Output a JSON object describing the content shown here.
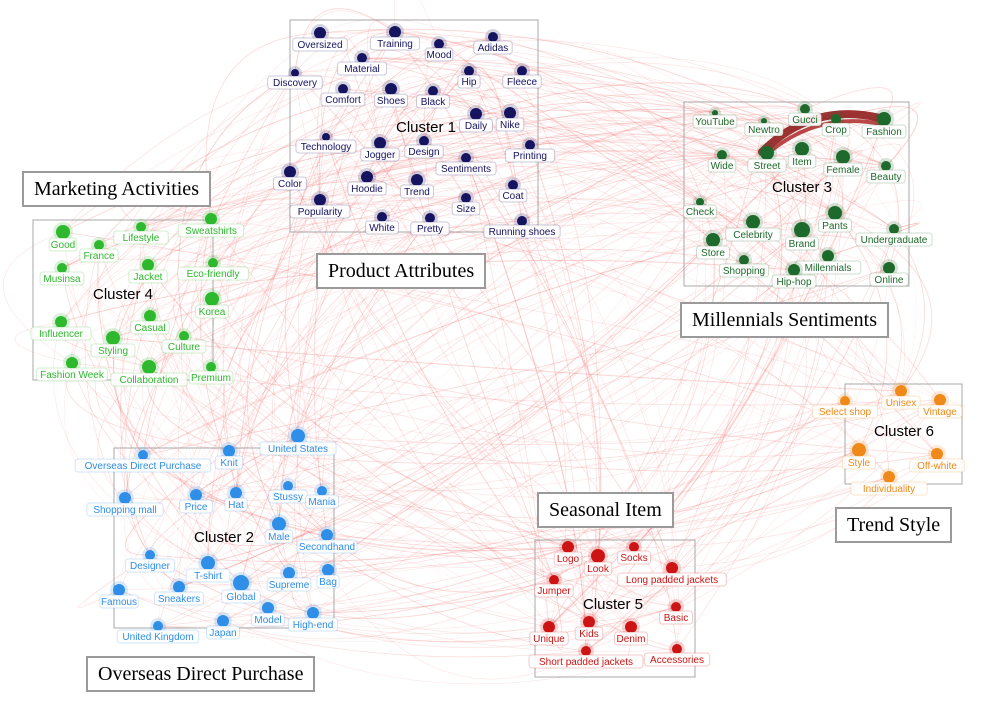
{
  "colors": {
    "edges": "#f06b6b",
    "box": "#9a9a9a"
  },
  "themes": [
    {
      "id": "marketing",
      "label": "Marketing Activities"
    },
    {
      "id": "product",
      "label": "Product Attributes"
    },
    {
      "id": "millennials",
      "label": "Millennials  Sentiments"
    },
    {
      "id": "trend",
      "label": "Trend Style"
    },
    {
      "id": "seasonal",
      "label": "Seasonal Item"
    },
    {
      "id": "overseas",
      "label": "Overseas Direct Purchase"
    }
  ],
  "clusters": [
    {
      "id": "c1",
      "label": "Cluster 1",
      "color": "#141460",
      "nodes": [
        {
          "label": "Oversized",
          "size": 6
        },
        {
          "label": "Training",
          "size": 6
        },
        {
          "label": "Mood",
          "size": 5
        },
        {
          "label": "Adidas",
          "size": 5
        },
        {
          "label": "Material",
          "size": 5
        },
        {
          "label": "Hip",
          "size": 5
        },
        {
          "label": "Fleece",
          "size": 5
        },
        {
          "label": "Discovery",
          "size": 4
        },
        {
          "label": "Comfort",
          "size": 5
        },
        {
          "label": "Shoes",
          "size": 6
        },
        {
          "label": "Black",
          "size": 5
        },
        {
          "label": "Daily",
          "size": 6
        },
        {
          "label": "Nike",
          "size": 6
        },
        {
          "label": "Technology",
          "size": 4
        },
        {
          "label": "Jogger",
          "size": 6
        },
        {
          "label": "Design",
          "size": 5
        },
        {
          "label": "Sentiments",
          "size": 5
        },
        {
          "label": "Printing",
          "size": 5
        },
        {
          "label": "Color",
          "size": 6
        },
        {
          "label": "Hoodie",
          "size": 6
        },
        {
          "label": "Trend",
          "size": 6
        },
        {
          "label": "Coat",
          "size": 5
        },
        {
          "label": "Popularity",
          "size": 6
        },
        {
          "label": "Size",
          "size": 5
        },
        {
          "label": "White",
          "size": 5
        },
        {
          "label": "Pretty",
          "size": 5
        },
        {
          "label": "Running shoes",
          "size": 5
        }
      ]
    },
    {
      "id": "c3",
      "label": "Cluster 3",
      "color": "#1e6a2c",
      "nodes": [
        {
          "label": "YouTube",
          "size": 3
        },
        {
          "label": "Newtro",
          "size": 3
        },
        {
          "label": "Gucci",
          "size": 5
        },
        {
          "label": "Crop",
          "size": 5
        },
        {
          "label": "Fashion",
          "size": 7
        },
        {
          "label": "Wide",
          "size": 5
        },
        {
          "label": "Street",
          "size": 7
        },
        {
          "label": "Item",
          "size": 7
        },
        {
          "label": "Female",
          "size": 7
        },
        {
          "label": "Beauty",
          "size": 5
        },
        {
          "label": "Check",
          "size": 4
        },
        {
          "label": "Celebrity",
          "size": 7
        },
        {
          "label": "Brand",
          "size": 8
        },
        {
          "label": "Pants",
          "size": 7
        },
        {
          "label": "Undergraduate",
          "size": 5
        },
        {
          "label": "Store",
          "size": 7
        },
        {
          "label": "Shopping",
          "size": 5
        },
        {
          "label": "Millennials",
          "size": 6
        },
        {
          "label": "Hip-hop",
          "size": 6
        },
        {
          "label": "Online",
          "size": 6
        }
      ]
    },
    {
      "id": "c4",
      "label": "Cluster 4",
      "color": "#2eb82e",
      "nodes": [
        {
          "label": "Good",
          "size": 7
        },
        {
          "label": "Lifestyle",
          "size": 5
        },
        {
          "label": "Sweatshirts",
          "size": 6
        },
        {
          "label": "France",
          "size": 5
        },
        {
          "label": "Musinsa",
          "size": 5
        },
        {
          "label": "Jacket",
          "size": 6
        },
        {
          "label": "Eco-friendly",
          "size": 5
        },
        {
          "label": "Korea",
          "size": 7
        },
        {
          "label": "Influencer",
          "size": 6
        },
        {
          "label": "Casual",
          "size": 6
        },
        {
          "label": "Culture",
          "size": 5
        },
        {
          "label": "Styling",
          "size": 7
        },
        {
          "label": "Fashion Week",
          "size": 6
        },
        {
          "label": "Collaboration",
          "size": 7
        },
        {
          "label": "Premium",
          "size": 5
        }
      ]
    },
    {
      "id": "c6",
      "label": "Cluster 6",
      "color": "#ef8a1a",
      "nodes": [
        {
          "label": "Select shop",
          "size": 5
        },
        {
          "label": "Unisex",
          "size": 6
        },
        {
          "label": "Vintage",
          "size": 6
        },
        {
          "label": "Style",
          "size": 7
        },
        {
          "label": "Off-white",
          "size": 6
        },
        {
          "label": "Individuality",
          "size": 6
        }
      ]
    },
    {
      "id": "c2",
      "label": "Cluster 2",
      "color": "#2e8ee8",
      "nodes": [
        {
          "label": "United States",
          "size": 7
        },
        {
          "label": "Overseas Direct Purchase",
          "size": 5
        },
        {
          "label": "Knit",
          "size": 6
        },
        {
          "label": "Stussy",
          "size": 5
        },
        {
          "label": "Mania",
          "size": 5
        },
        {
          "label": "Shopping mall",
          "size": 6
        },
        {
          "label": "Price",
          "size": 6
        },
        {
          "label": "Hat",
          "size": 6
        },
        {
          "label": "Male",
          "size": 7
        },
        {
          "label": "Secondhand",
          "size": 6
        },
        {
          "label": "Designer",
          "size": 5
        },
        {
          "label": "T-shirt",
          "size": 7
        },
        {
          "label": "Supreme",
          "size": 6
        },
        {
          "label": "Bag",
          "size": 6
        },
        {
          "label": "Famous",
          "size": 6
        },
        {
          "label": "Sneakers",
          "size": 6
        },
        {
          "label": "Global",
          "size": 8
        },
        {
          "label": "Model",
          "size": 6
        },
        {
          "label": "High-end",
          "size": 6
        },
        {
          "label": "United Kingdom",
          "size": 5
        },
        {
          "label": "Japan",
          "size": 6
        }
      ]
    },
    {
      "id": "c5",
      "label": "Cluster 5",
      "color": "#cc1414",
      "nodes": [
        {
          "label": "Logo",
          "size": 6
        },
        {
          "label": "Look",
          "size": 7
        },
        {
          "label": "Socks",
          "size": 5
        },
        {
          "label": "Long padded jackets",
          "size": 6
        },
        {
          "label": "Jumper",
          "size": 5
        },
        {
          "label": "Basic",
          "size": 5
        },
        {
          "label": "Unique",
          "size": 6
        },
        {
          "label": "Kids",
          "size": 6
        },
        {
          "label": "Denim",
          "size": 6
        },
        {
          "label": "Short padded jackets",
          "size": 5
        },
        {
          "label": "Accessories",
          "size": 5
        }
      ]
    }
  ]
}
